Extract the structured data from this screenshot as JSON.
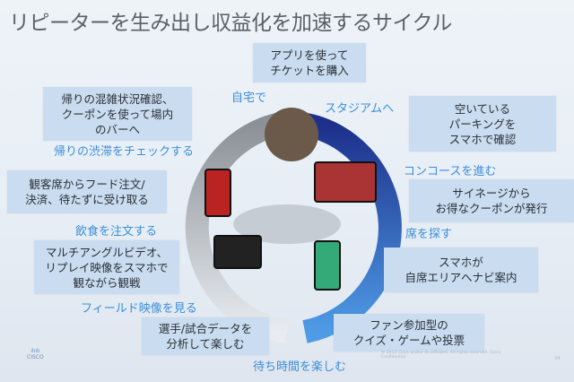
{
  "title": "リピーターを生み出し収益化を加速するサイクル",
  "callouts": {
    "ticket": [
      "アプリを使って",
      "チケットを購入"
    ],
    "return": [
      "帰りの混雑状況確認、",
      "クーポンを使って場内",
      "のバーへ"
    ],
    "parking": [
      "空いている",
      "パーキングを",
      "スマホで確認"
    ],
    "food": [
      "観客席からフード注文/",
      "決済、待たずに受け取る"
    ],
    "signage": [
      "サイネージから",
      "お得なクーポンが発行"
    ],
    "video": [
      "マルチアングルビデオ、",
      "リプレイ映像をスマホで",
      "観ながら観戦"
    ],
    "navi": [
      "スマホが",
      "自席エリアへナビ案内"
    ],
    "data": [
      "選手/試合データを",
      "分析して楽しむ"
    ],
    "fan": [
      "ファン参加型の",
      "クイズ・ゲームや投票"
    ]
  },
  "stages": {
    "home": "自宅で",
    "to_stadium": "スタジアムへ",
    "traffic": "帰りの渋滞をチェックする",
    "concourse": "コンコースを進む",
    "order": "飲食を注文する",
    "seat": "席を探す",
    "field": "フィールド映像を見る",
    "wait": "待ち時間を楽しむ"
  },
  "logo": "CISCO",
  "footer": "© 2014 Cisco and/or its affiliates. All rights reserved. Cisco Confidential",
  "page_number": "34",
  "colors": {
    "blue_dark": "#1c2f8a",
    "blue_light": "#4f9be6",
    "gray": "#9aa1a8",
    "box": "#c9dcf0",
    "label": "#3c8ed8"
  }
}
